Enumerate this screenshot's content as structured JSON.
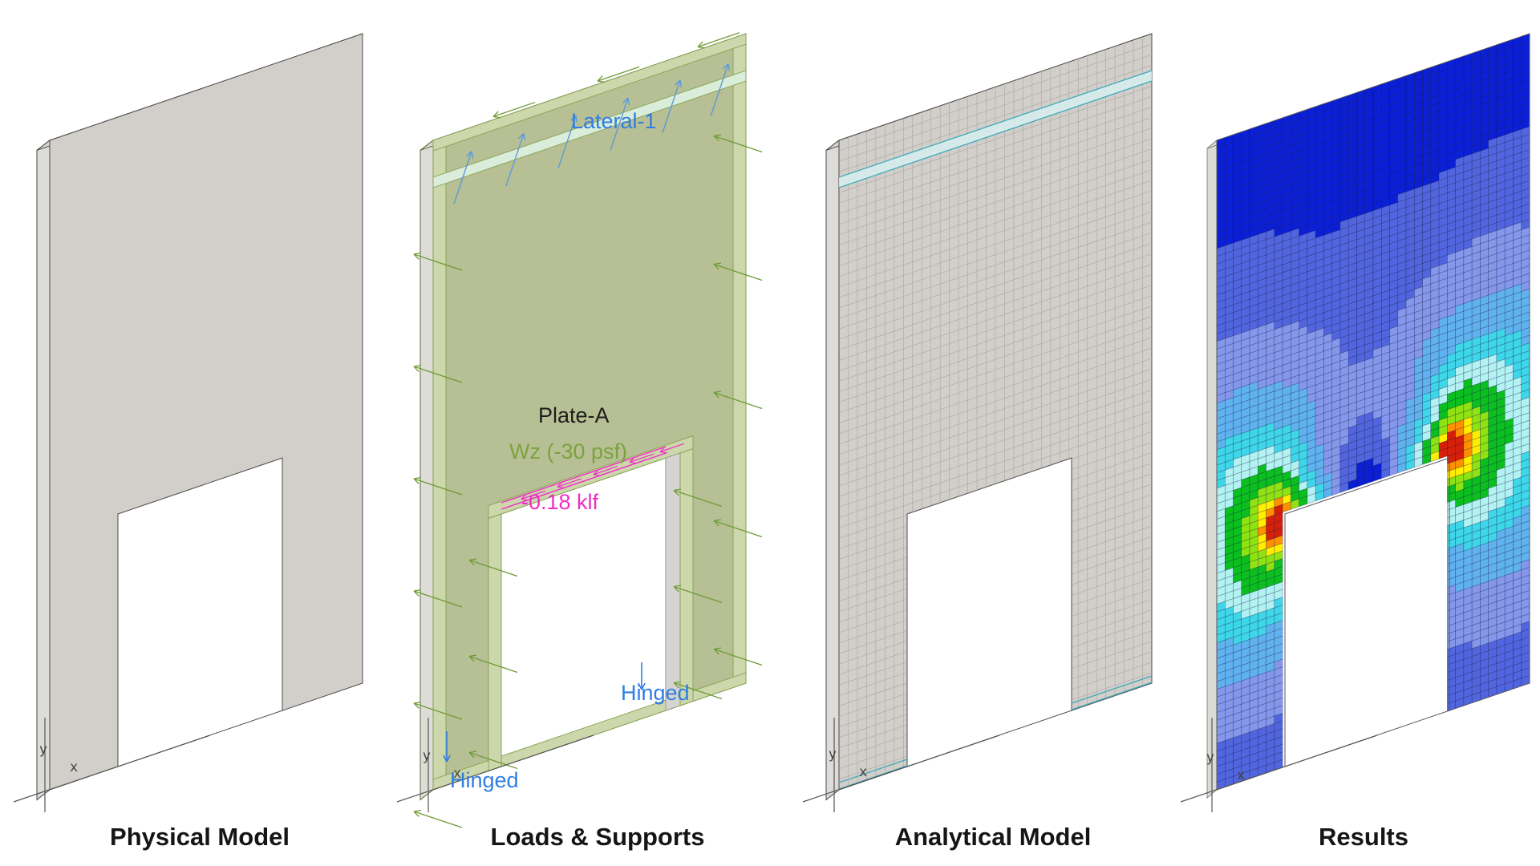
{
  "workflow": {
    "panels": [
      {
        "key": "physical",
        "title": "Physical Model"
      },
      {
        "key": "loads",
        "title": "Loads & Supports"
      },
      {
        "key": "analytical",
        "title": "Analytical Model"
      },
      {
        "key": "results",
        "title": "Results"
      }
    ]
  },
  "annotations": {
    "lateral_load": "Lateral-1",
    "plate": "Plate-A",
    "area_load": "Wz (-30 psf)",
    "line_load": "-0.18 klf",
    "support_bottom": "Hinged",
    "support_right": "Hinged"
  },
  "axis": {
    "x": "x",
    "y": "y"
  },
  "colors": {
    "wall_gray": "#d2cfcb",
    "wall_side": "#dedcd9",
    "wall_top": "#d8d6d3",
    "wall_outline": "#4a4a48",
    "load_face_green": "#b7c095",
    "member_strip_green": "#ccd7ab",
    "strip_border_green": "#87a050",
    "lateral_strip": "#daedda",
    "reveal_gray": "#d6d4d1",
    "arrow_green": "#6f9a35",
    "arrow_blue": "#5b9bd5",
    "label_blue": "#2e7ee3",
    "label_dark": "#1d1d1d",
    "label_green": "#7ca23d",
    "label_magenta": "#f22bc7",
    "mesh_line": "#a9a6a2",
    "mesh_teal": "#3fa8b8",
    "contour_scale": [
      "#0a1fd6",
      "#5165de",
      "#8497ea",
      "#60b2ef",
      "#3ed7e9",
      "#b2f2f2",
      "#0abf1e",
      "#8fe312",
      "#ffee00",
      "#ff9000",
      "#d51f08"
    ]
  }
}
